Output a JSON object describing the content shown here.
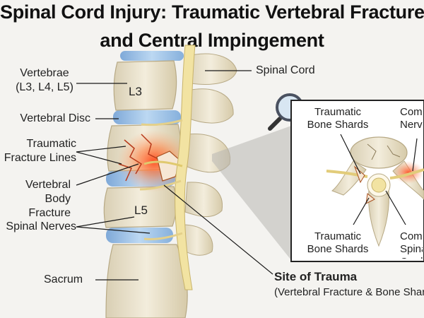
{
  "title": {
    "line1": "Spinal Cord Injury: Traumatic Vertebral Fracture",
    "line2": "and Central Impingement"
  },
  "labels": {
    "vertebrae": "Vertebrae\n(L3, L4, L5)",
    "l3": "L3",
    "l5": "L5",
    "vertebral_disc": "Vertebral Disc",
    "fracture_lines": "Traumatic\nFracture Lines",
    "body_fracture": "Vertebral Body\nFracture",
    "spinal_nerves": "Spinal Nerves",
    "sacrum": "Sacrum",
    "spinal_cord": "Spinal Cord",
    "site_of_trauma": "Site of Trauma",
    "site_detail": "(Vertebral Fracture & Bone Shards)"
  },
  "inset": {
    "bone_shards_top": "Traumatic\nBone Shards",
    "compressed_nerve": "Compressed\nNerve",
    "bone_shards_bottom": "Traumatic\nBone Shards",
    "compressed_spinal_cord": "Compressed\nSpinal Cord"
  },
  "icons": {
    "magnifier": "magnifying-glass-icon"
  },
  "colors": {
    "bone": "#ece4cf",
    "bone_shadow": "#c9bc9b",
    "disc": "#9fc3e8",
    "cord": "#f2e3a2",
    "injury": "#f0522a",
    "leader": "#1a1a1a"
  }
}
